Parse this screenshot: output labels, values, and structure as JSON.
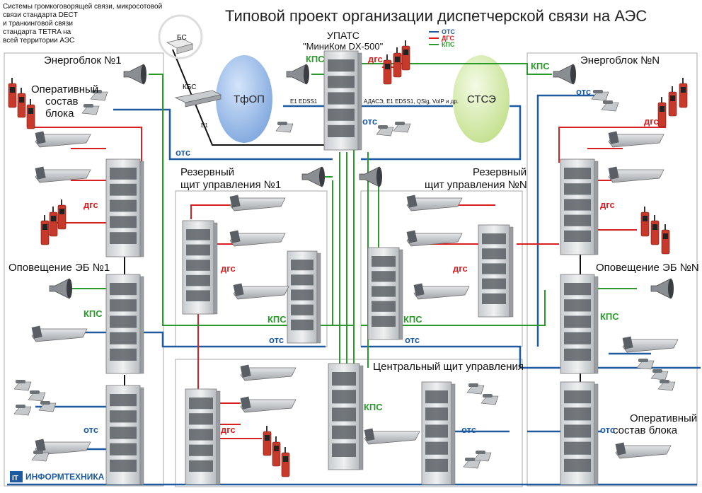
{
  "title": "Типовой проект организации диспетчерской связи на АЭС",
  "note_lines": [
    "Системы громкоговорящей связи, микросотовой",
    "связи стандарта DECT",
    "и транкинговой связи",
    "стандарта TETRA на",
    "всей территории АЭС"
  ],
  "bs_label": "БС",
  "kbs_label": "КБС",
  "e1_label": "E1",
  "e1_edss1_label": "E1 EDSS1",
  "link_label": "АДАСЭ, E1 EDSS1, QSig, VoIP и др.",
  "tfop_label": "ТфОП",
  "stse_label": "СТСЭ",
  "upats_line1": "УПАТС",
  "upats_line2": "\"МиниКом DX-500\"",
  "legend": [
    {
      "label": "ОТС",
      "color": "#1e5aa0"
    },
    {
      "label": "ДГС",
      "color": "#d92020"
    },
    {
      "label": "КПС",
      "color": "#2a9a2a"
    }
  ],
  "zones": {
    "unit1": "Энергоблок №1",
    "unitN": "Энергоблок №N",
    "op_staff_left": [
      "Оперативный",
      "состав",
      "блока"
    ],
    "op_staff_right": [
      "Оперативный",
      "состав блока"
    ],
    "reserve1": [
      "Резервный",
      "щит управления №1"
    ],
    "reserveN": [
      "Резервный",
      "щит управления №N"
    ],
    "alert1": "Оповещение ЭБ №1",
    "alertN": "Оповещение ЭБ №N",
    "central": "Центральный щит управления"
  },
  "tags": {
    "ots": "отс",
    "dgs": "дгс",
    "kps": "КПС"
  },
  "logo": "ИНФОРМТЕХНИКА",
  "colors": {
    "blue": "#1e5aa0",
    "red": "#d92020",
    "green": "#2a9a2a",
    "tfop": "#9dbde8",
    "stse": "#d7eeb0"
  }
}
